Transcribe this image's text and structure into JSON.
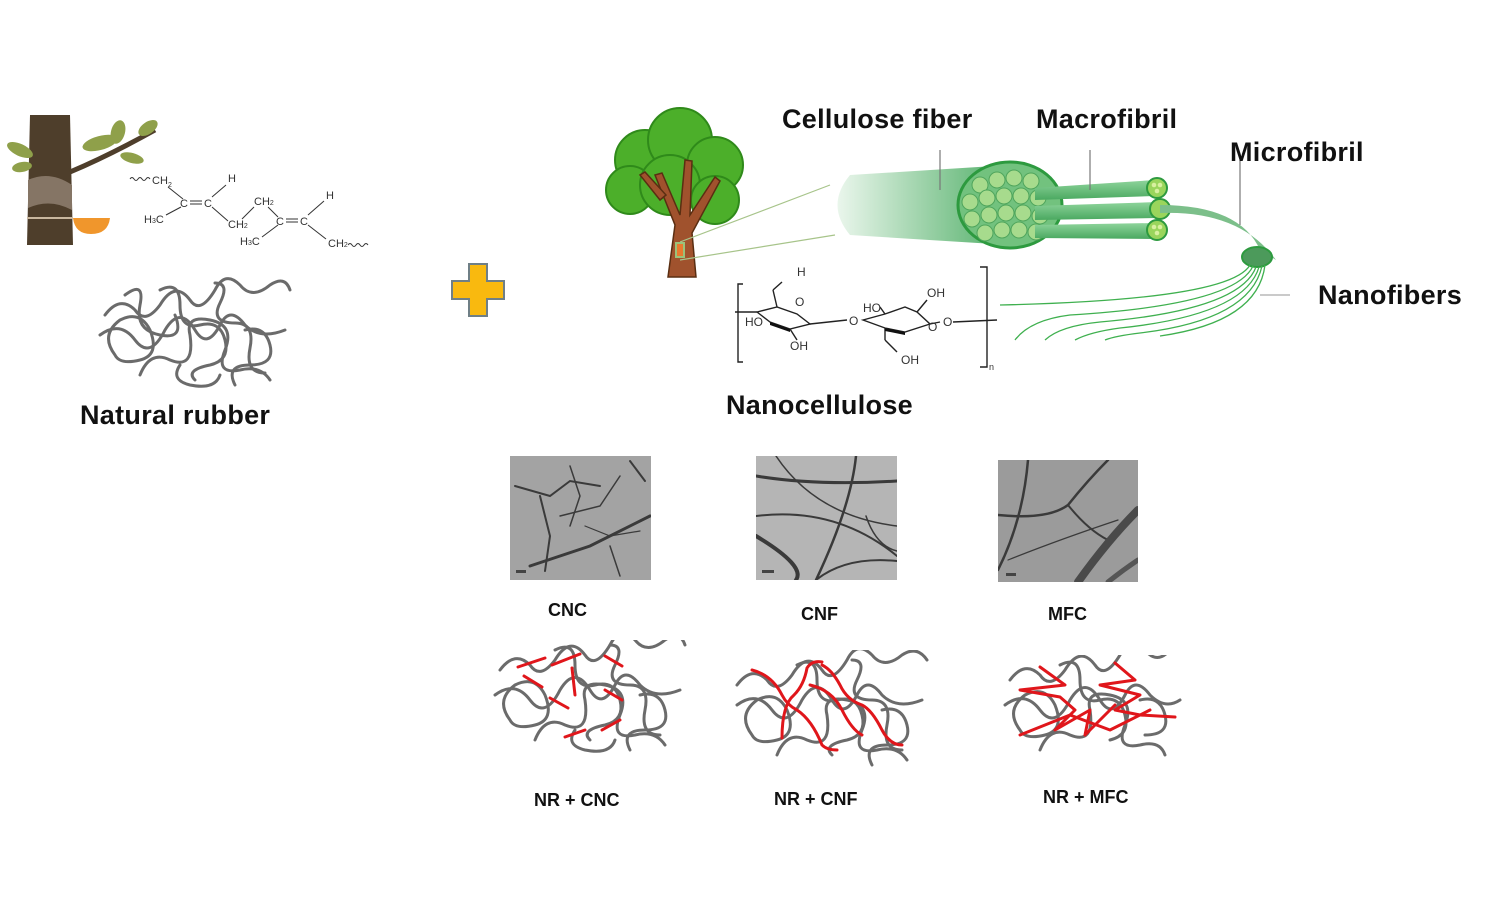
{
  "figure": {
    "title": "Natural rubber and nanocellulose composites schematic"
  },
  "natural_rubber": {
    "label": "Natural rubber",
    "icons": [
      "rubber-tree-icon",
      "latex-cup-icon"
    ],
    "structure_labels": {
      "left_ch2": "CH",
      "h3c_1": "H",
      "c1": "C",
      "c2": "C",
      "h1": "H",
      "ch2_mid1": "CH",
      "ch2_mid2": "CH",
      "c3": "C",
      "c4": "C",
      "h3c_2": "H",
      "h2": "H",
      "right_ch2": "CH"
    }
  },
  "operator": {
    "symbol": "plus-icon",
    "color": "#F9B90F"
  },
  "nanocellulose": {
    "label": "Nanocellulose",
    "hierarchy": {
      "cellulose_fiber": "Cellulose fiber",
      "macrofibril": "Macrofibril",
      "microfibril": "Microfibril",
      "nanofibers": "Nanofibers"
    },
    "structure_labels": {
      "h": "H",
      "ho_left": "HO",
      "oh_bottom_left": "OH",
      "o_link": "O",
      "ho_mid": "HO",
      "oh_top_right": "OH",
      "oh_bottom_right": "OH",
      "o_right": "O",
      "ring_o": "O",
      "n": "n"
    },
    "colors": {
      "fiber_green": "#3CB44B",
      "tree_green": "#4CAF2A",
      "trunk_brown": "#A0522D"
    }
  },
  "micrographs": [
    {
      "label": "CNC"
    },
    {
      "label": "CNF"
    },
    {
      "label": "MFC"
    }
  ],
  "composites": [
    {
      "label": "NR + CNC"
    },
    {
      "label": "NR + CNF"
    },
    {
      "label": "NR + MFC"
    }
  ],
  "colors": {
    "rubber_chain": "#6b6b6b",
    "filler_red": "#E0161B",
    "latex_cup": "#F0962C",
    "leaf": "#8FA04A",
    "bark_dark": "#4E3E2B"
  }
}
